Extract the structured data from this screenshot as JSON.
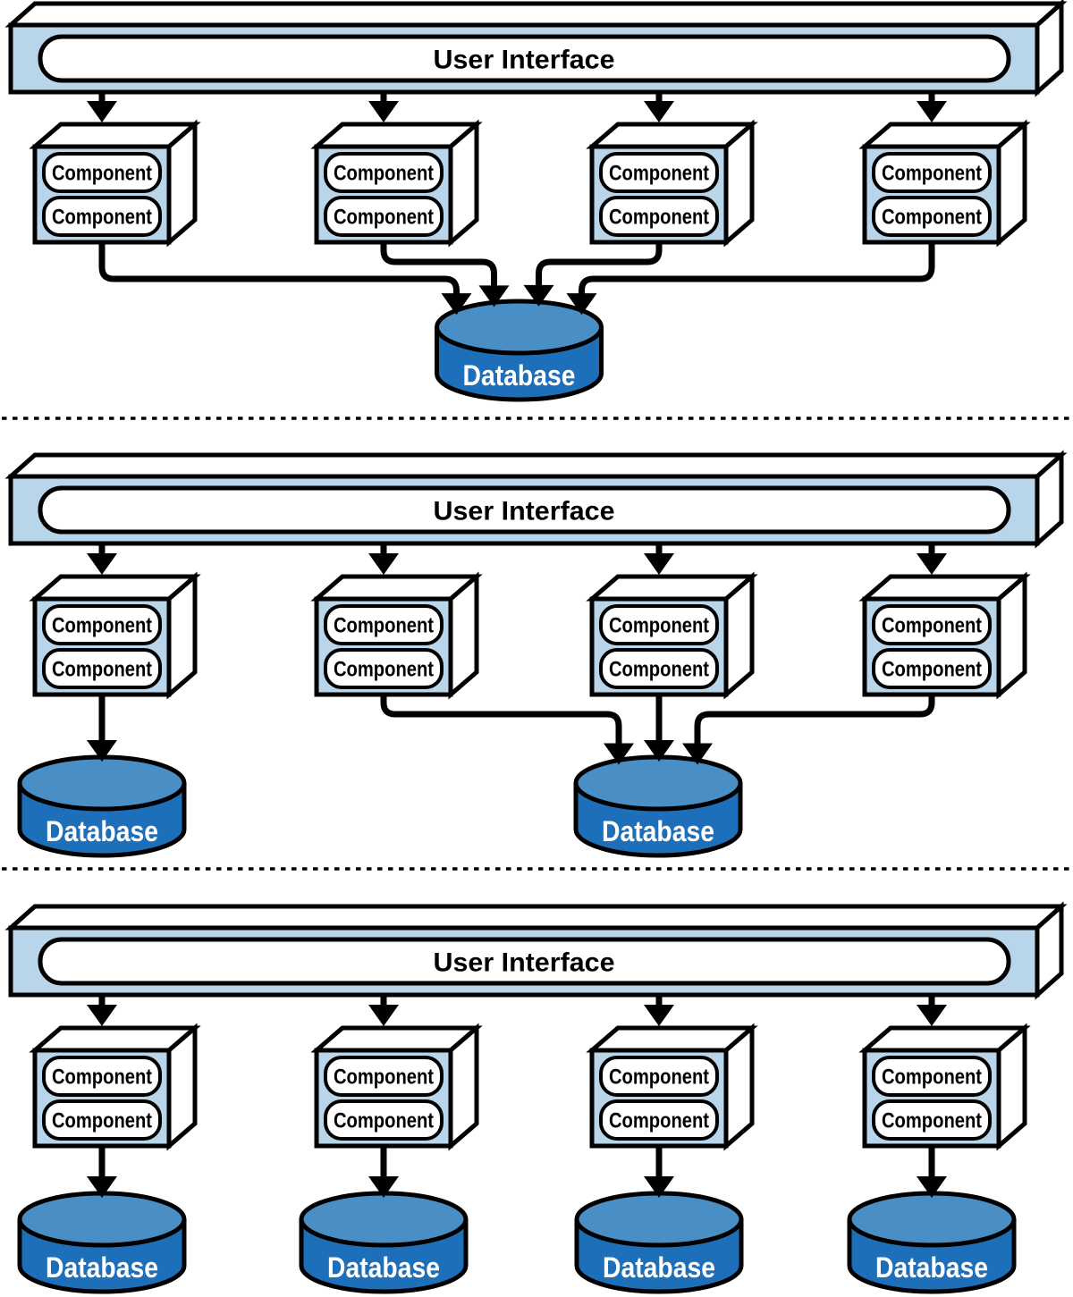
{
  "diagram": {
    "colors": {
      "panel_fill": "#b9d5ea",
      "surface_white": "#ffffff",
      "outline": "#000000",
      "connector": "#000000",
      "database_top": "#4a8ec6",
      "database_body": "#1d6fb9",
      "database_label_color": "#ffffff",
      "component_label_color": "#000000",
      "ui_label_color": "#000000"
    },
    "sections": [
      {
        "id": "shared-database",
        "user_interface": {
          "label": "User Interface"
        },
        "component_stacks": [
          {
            "components": [
              "Component",
              "Component"
            ]
          },
          {
            "components": [
              "Component",
              "Component"
            ]
          },
          {
            "components": [
              "Component",
              "Component"
            ]
          },
          {
            "components": [
              "Component",
              "Component"
            ]
          }
        ],
        "databases": [
          {
            "label": "Database",
            "connected_stacks": [
              0,
              1,
              2,
              3
            ]
          }
        ]
      },
      {
        "id": "hybrid-databases",
        "user_interface": {
          "label": "User Interface"
        },
        "component_stacks": [
          {
            "components": [
              "Component",
              "Component"
            ]
          },
          {
            "components": [
              "Component",
              "Component"
            ]
          },
          {
            "components": [
              "Component",
              "Component"
            ]
          },
          {
            "components": [
              "Component",
              "Component"
            ]
          }
        ],
        "databases": [
          {
            "label": "Database",
            "connected_stacks": [
              0
            ]
          },
          {
            "label": "Database",
            "connected_stacks": [
              1,
              2,
              3
            ]
          }
        ]
      },
      {
        "id": "database-per-stack",
        "user_interface": {
          "label": "User Interface"
        },
        "component_stacks": [
          {
            "components": [
              "Component",
              "Component"
            ]
          },
          {
            "components": [
              "Component",
              "Component"
            ]
          },
          {
            "components": [
              "Component",
              "Component"
            ]
          },
          {
            "components": [
              "Component",
              "Component"
            ]
          }
        ],
        "databases": [
          {
            "label": "Database",
            "connected_stacks": [
              0
            ]
          },
          {
            "label": "Database",
            "connected_stacks": [
              1
            ]
          },
          {
            "label": "Database",
            "connected_stacks": [
              2
            ]
          },
          {
            "label": "Database",
            "connected_stacks": [
              3
            ]
          }
        ]
      }
    ]
  }
}
